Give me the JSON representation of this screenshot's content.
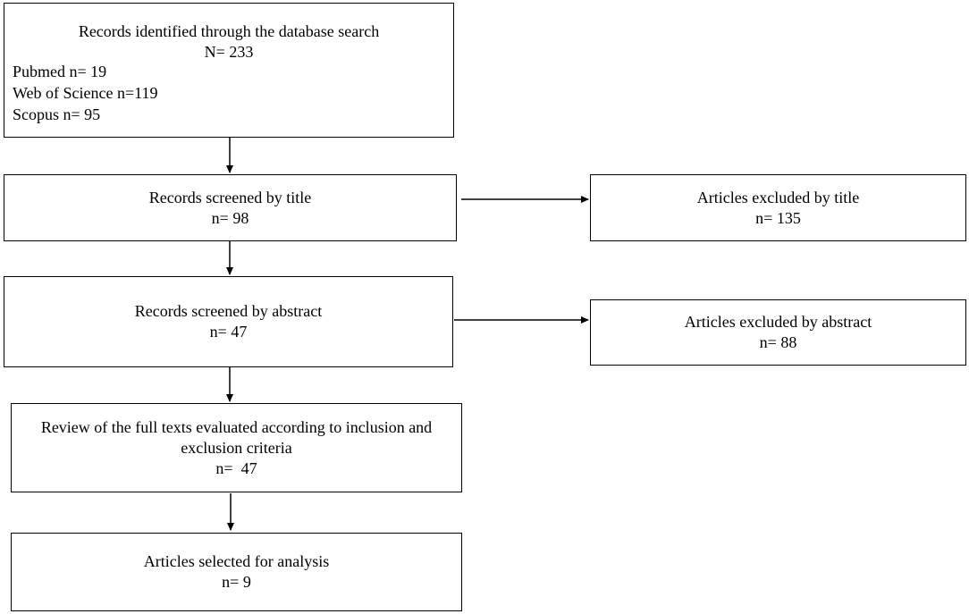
{
  "records_identified": {
    "title": "Records identified through the database search",
    "count": "N= 233",
    "sources": [
      "Pubmed n= 19",
      "Web of Science n=119",
      "Scopus n= 95"
    ]
  },
  "screened_title": {
    "label": "Records screened by title",
    "count": "n= 98"
  },
  "excluded_title": {
    "label": "Articles excluded by title",
    "count": "n= 135"
  },
  "screened_abstract": {
    "label": "Records screened by abstract",
    "count": "n= 47"
  },
  "excluded_abstract": {
    "label": "Articles excluded by abstract",
    "count": "n= 88"
  },
  "full_text_review": {
    "label_line1": "Review of the full texts evaluated according to inclusion and",
    "label_line2": "exclusion criteria",
    "count": "n=  47"
  },
  "selected": {
    "label": "Articles selected for analysis",
    "count": "n= 9"
  }
}
